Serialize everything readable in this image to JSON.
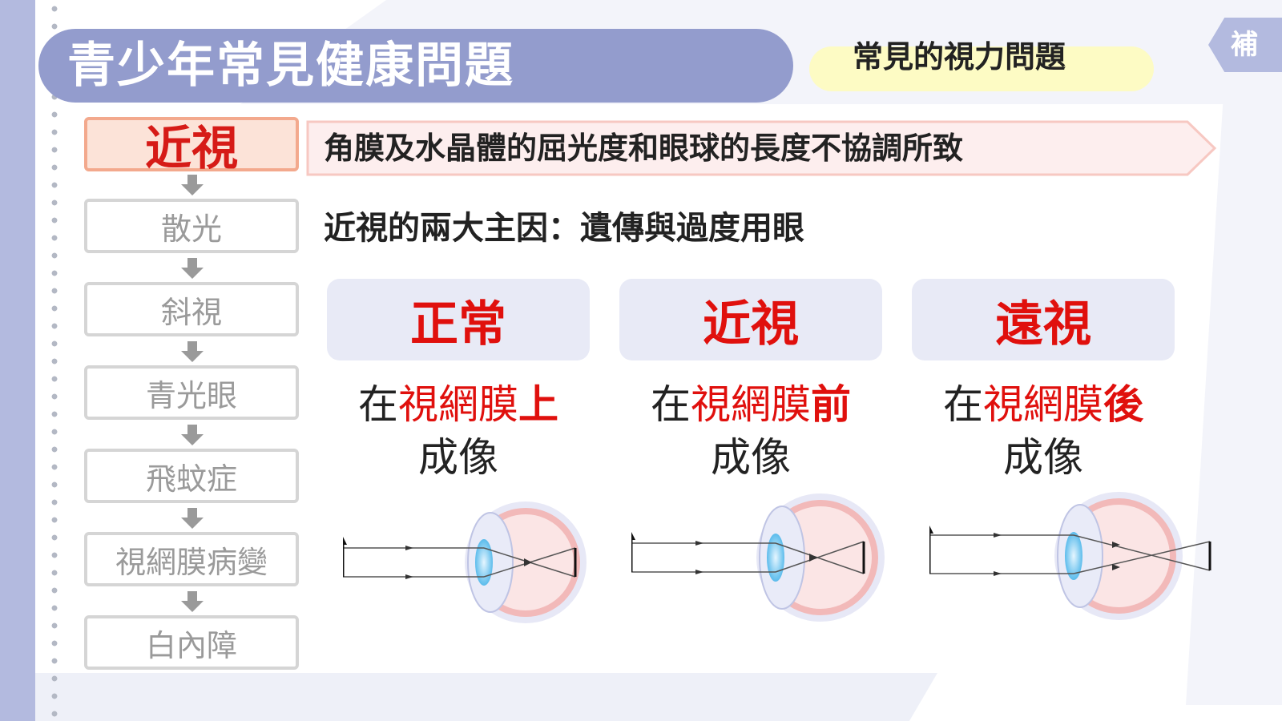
{
  "title": "青少年常見健康問題",
  "section": "常見的視力問題",
  "supplement_tag": "補",
  "topics": [
    "近視",
    "散光",
    "斜視",
    "青光眼",
    "飛蚊症",
    "視網膜病變",
    "白內障"
  ],
  "definition": "角膜及水晶體的屈光度和眼球的長度不協調所致",
  "causes": "近視的兩大主因：遺傳與過度用眼",
  "columns": [
    {
      "heading": "正常",
      "desc_prefix": "在",
      "desc_red": "視網膜",
      "desc_bold": "上",
      "desc_line2": "成像"
    },
    {
      "heading": "近視",
      "desc_prefix": "在",
      "desc_red": "視網膜",
      "desc_bold": "前",
      "desc_line2": "成像"
    },
    {
      "heading": "遠視",
      "desc_prefix": "在",
      "desc_red": "視網膜",
      "desc_bold": "後",
      "desc_line2": "成像"
    }
  ],
  "colors": {
    "accent_red": "#e0100d",
    "banner": "#939ccd",
    "active_bg": "#fce3d8",
    "section_bg": "#fdfbc4"
  }
}
